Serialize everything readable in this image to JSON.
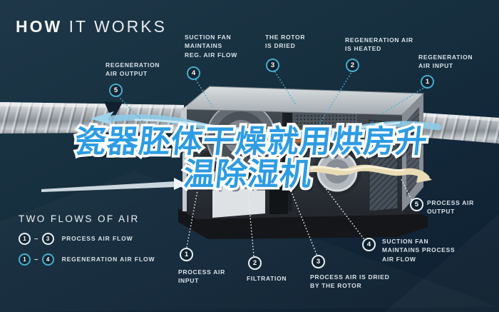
{
  "title": {
    "bold": "HOW",
    "light": " IT WORKS"
  },
  "headline": {
    "line1": "瓷器胚体干燥就用烘房升",
    "line2": "温除湿机"
  },
  "callouts_top": [
    {
      "num": "5",
      "lines": [
        "REGENERATION",
        "AIR OUTPUT"
      ]
    },
    {
      "num": "4",
      "lines": [
        "SUCTION FAN",
        "MAINTAINS",
        "REG. AIR FLOW"
      ]
    },
    {
      "num": "3",
      "lines": [
        "THE ROTOR",
        "IS DRIED"
      ]
    },
    {
      "num": "2",
      "lines": [
        "REGENERATION AIR",
        "IS HEATED"
      ]
    },
    {
      "num": "1",
      "lines": [
        "REGENERATION",
        "AIR INPUT"
      ]
    }
  ],
  "callouts_bottom": [
    {
      "num": "1",
      "lines": [
        "PROCESS AIR",
        "INPUT"
      ]
    },
    {
      "num": "2",
      "lines": [
        "FILTRATION"
      ]
    },
    {
      "num": "3",
      "lines": [
        "PROCESS AIR IS DRIED",
        "BY THE ROTOR"
      ]
    },
    {
      "num": "4",
      "lines": [
        "SUCTION FAN",
        "MAINTAINS PROCESS",
        "AIR FLOW"
      ]
    },
    {
      "num": "5",
      "lines": [
        "PROCESS AIR",
        "OUTPUT"
      ]
    }
  ],
  "legend": {
    "heading": "TWO FLOWS OF AIR",
    "dash": "–",
    "rows": [
      {
        "from": "1",
        "to": "3",
        "label": "PROCESS AIR FLOW"
      },
      {
        "from": "1",
        "to": "4",
        "label": "REGENERATION AIR FLOW"
      }
    ]
  },
  "colors": {
    "background": "#152b3c",
    "accent_cyan": "#45aecd",
    "process_white": "#e9eff3",
    "headline_blue": "#2d9ce3",
    "heater_orange": "#ec8a3c",
    "cream_air": "#e9dcb4"
  }
}
